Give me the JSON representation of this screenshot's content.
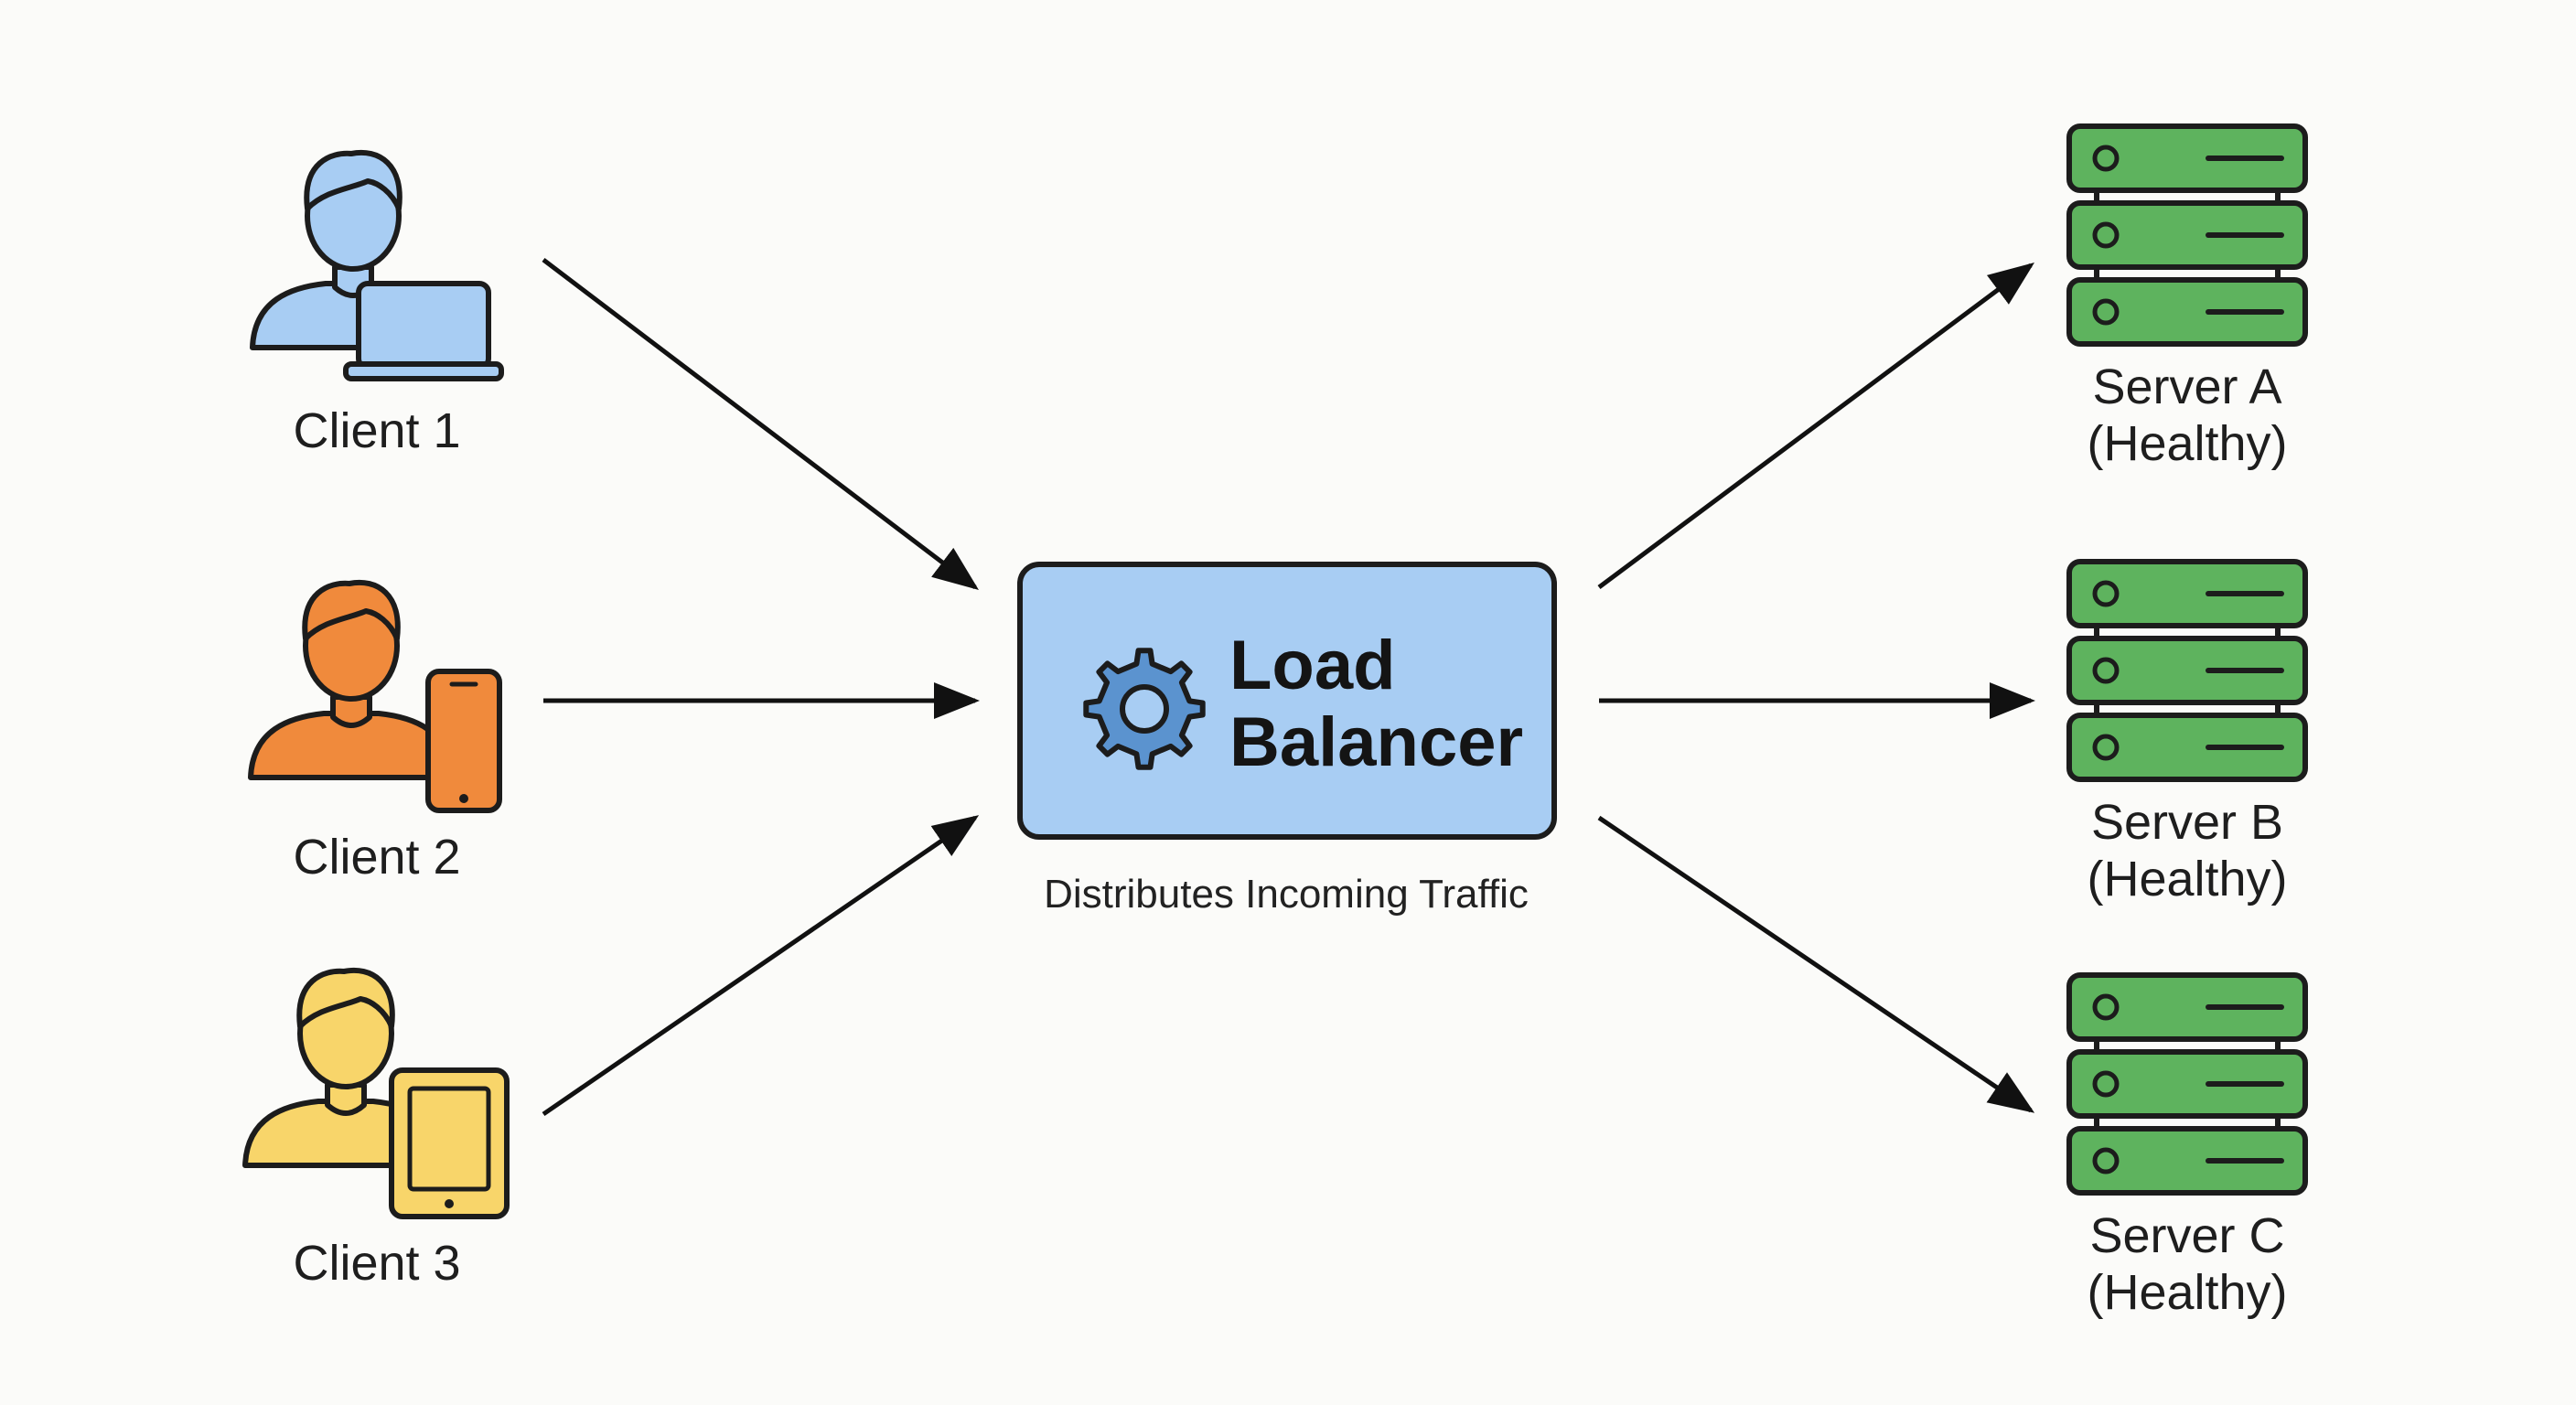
{
  "colors": {
    "background": "#fbfbf9",
    "outline": "#1c1c1c",
    "client1_fill": "#a8cdf3",
    "client2_fill": "#f08a3c",
    "client3_fill": "#f8d56a",
    "load_balancer_fill": "#a8cdf3",
    "gear_fill": "#5b93cf",
    "server_fill": "#5eb35e"
  },
  "clients": [
    {
      "label": "Client 1",
      "device": "laptop-icon"
    },
    {
      "label": "Client 2",
      "device": "smartphone-icon"
    },
    {
      "label": "Client 3",
      "device": "tablet-icon"
    }
  ],
  "load_balancer": {
    "title_line1": "Load",
    "title_line2": "Balancer",
    "caption": "Distributes Incoming Traffic",
    "icon": "gear-icon"
  },
  "servers": [
    {
      "name": "Server A",
      "status": "(Healthy)",
      "icon": "server-rack-icon"
    },
    {
      "name": "Server B",
      "status": "(Healthy)",
      "icon": "server-rack-icon"
    },
    {
      "name": "Server C",
      "status": "(Healthy)",
      "icon": "server-rack-icon"
    }
  ]
}
